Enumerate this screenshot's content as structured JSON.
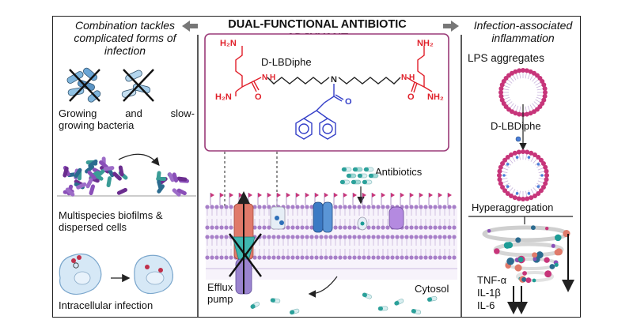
{
  "header": {
    "title": "DUAL-FUNCTIONAL ANTIBIOTIC ADJUVANT",
    "left_heading_lines": [
      "Combination tackles",
      "complicated forms of",
      "infection"
    ],
    "right_heading_lines": [
      "Infection-associated",
      "inflammation"
    ]
  },
  "left_panel": {
    "growing_lines": [
      "Growing and slow-",
      "growing bacteria"
    ],
    "biofilm_lines": [
      "Multispecies biofilms &",
      "dispersed cells"
    ],
    "intracellular": "Intracellular infection"
  },
  "center_panel": {
    "compound": "D-LBDiphe",
    "nh2_left": "H₂N",
    "nh2_top_right": "NH₂",
    "nh2_bottom_right": "NH₂",
    "nh2_bottom_left": "H₂N",
    "nh_left": "N\nH",
    "nh_right": "N\nH",
    "n_center": "N",
    "o": "O",
    "o_left": "O",
    "o_right": "O",
    "antibiotics": "Antibiotics",
    "efflux_lines": [
      "Efflux",
      "pump"
    ],
    "cytosol": "Cytosol"
  },
  "right_panel": {
    "lps": "LPS aggregates",
    "compound": "D-LBDiphe",
    "hyperaggregation": "Hyperaggregation",
    "cytokines": [
      "TNF-α",
      "IL-1β",
      "IL-6"
    ]
  },
  "colors": {
    "frame": "#222222",
    "molecule_red": "#e0202a",
    "molecule_blue": "#3540c8",
    "box_border": "#9a3a78",
    "membrane_purple": "#8a6fb0",
    "head_pink": "#c7357a",
    "teal": "#1e9c96"
  }
}
